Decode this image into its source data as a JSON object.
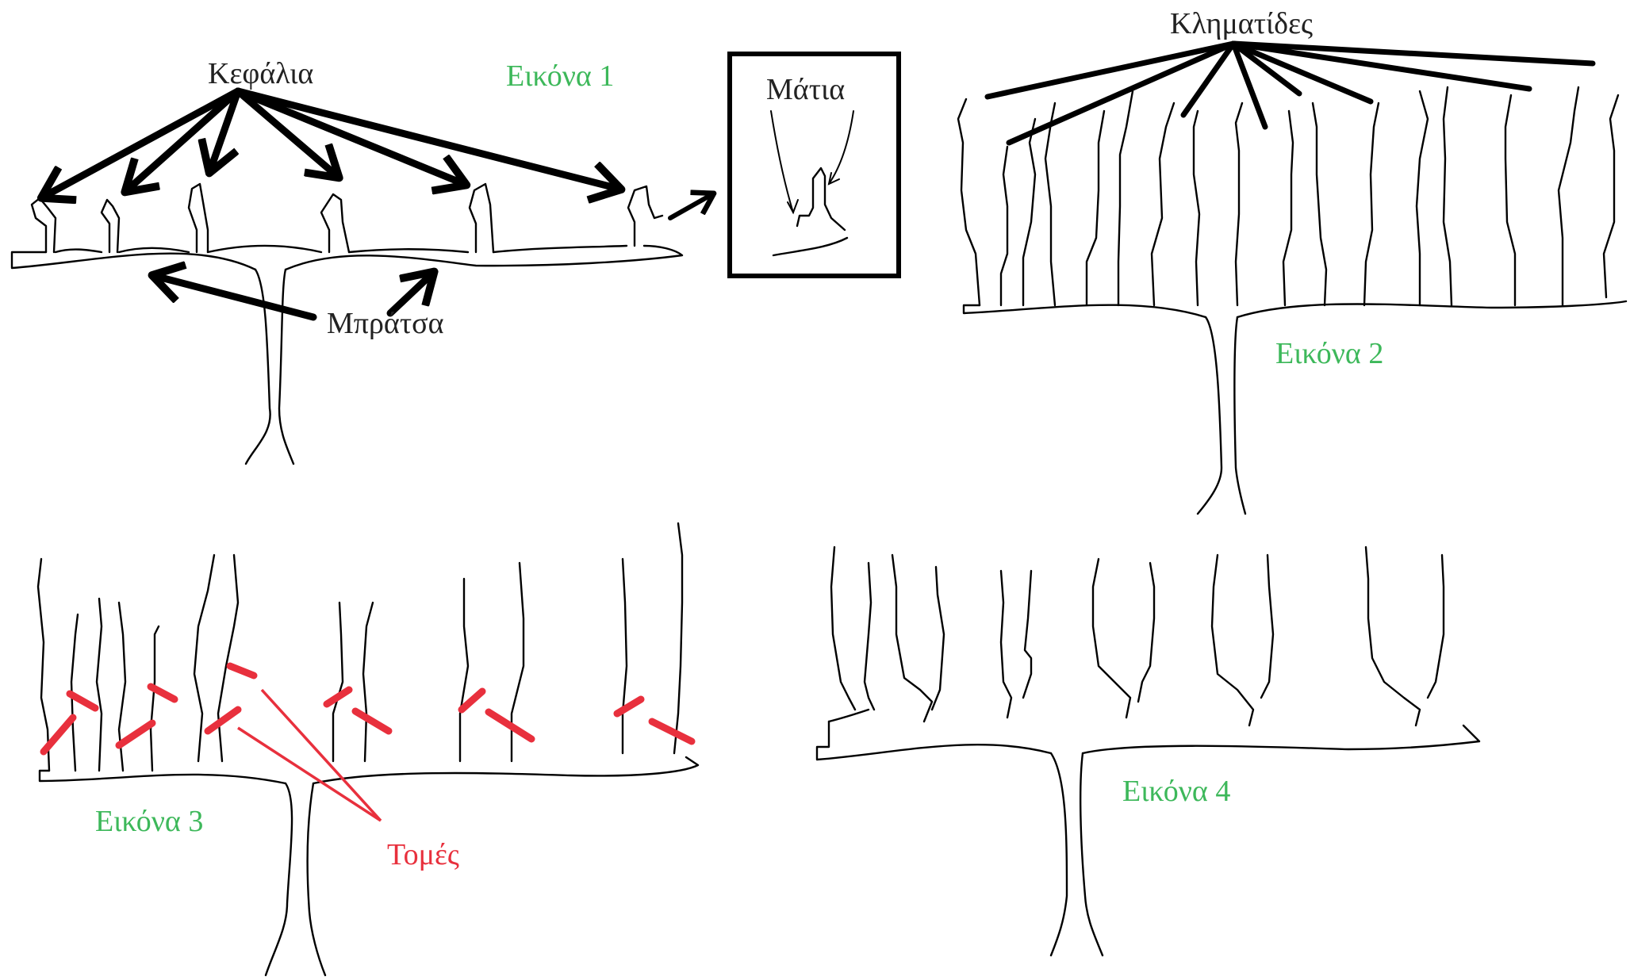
{
  "labels": {
    "heads": "Κεφάλια",
    "figure1": "Εικόνα 1",
    "eyes": "Μάτια",
    "arms": "Μπράτσα",
    "canes": "Κληματίδες",
    "figure2": "Εικόνα 2",
    "figure3": "Εικόνα 3",
    "cuts": "Τομές",
    "figure4": "Εικόνα 4"
  },
  "colors": {
    "outline": "#000000",
    "figure_label": "#3db85a",
    "cut_mark": "#e8303d",
    "annotation_text": "#222222"
  }
}
